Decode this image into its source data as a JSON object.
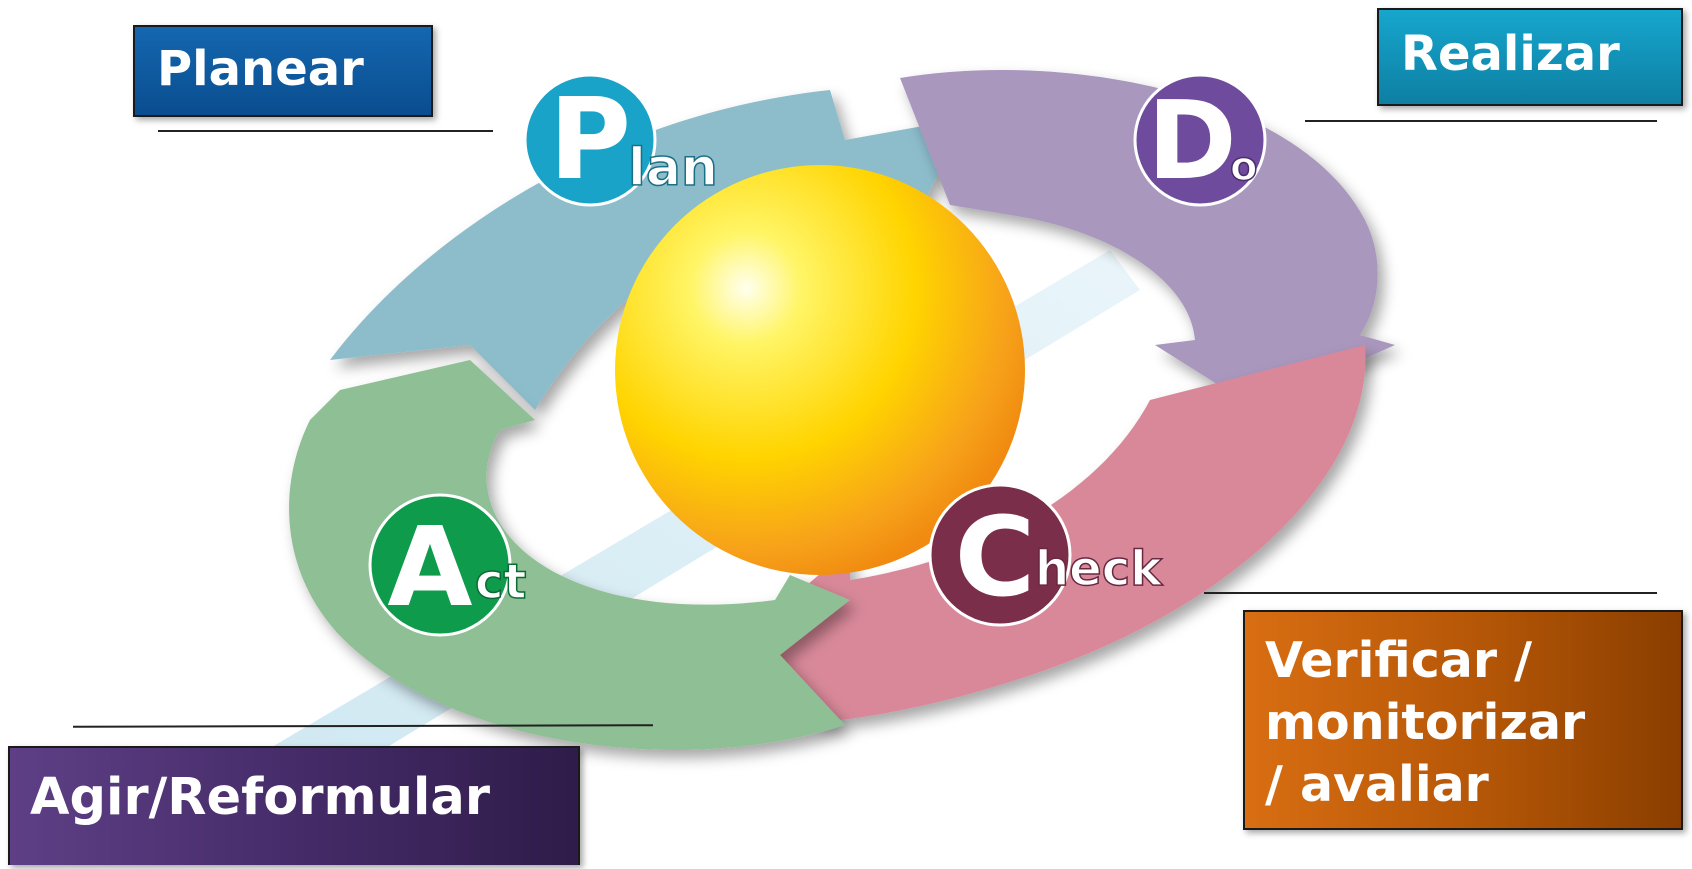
{
  "labels": {
    "planear": "Planear",
    "realizar": "Realizar",
    "verificar_line1": "Verificar /",
    "verificar_line2": "monitorizar",
    "verificar_line3": "/ avaliar",
    "agir": "Agir/Reformular"
  },
  "cycle": {
    "plan": {
      "initial": "P",
      "rest": "lan"
    },
    "do": {
      "initial": "D",
      "rest": "o"
    },
    "check": {
      "initial": "C",
      "rest": "heck"
    },
    "act": {
      "initial": "A",
      "rest": "ct"
    }
  },
  "colors": {
    "plan_arrow": "#8dbccb",
    "do_arrow": "#a997be",
    "check_arrow": "#d88899",
    "act_arrow": "#8fbf94",
    "plan_badge": "#1aa3c9",
    "do_badge": "#6e4b9c",
    "check_badge": "#7a2e4a",
    "act_badge": "#0e9c4c",
    "sphere": "#ffe600"
  }
}
